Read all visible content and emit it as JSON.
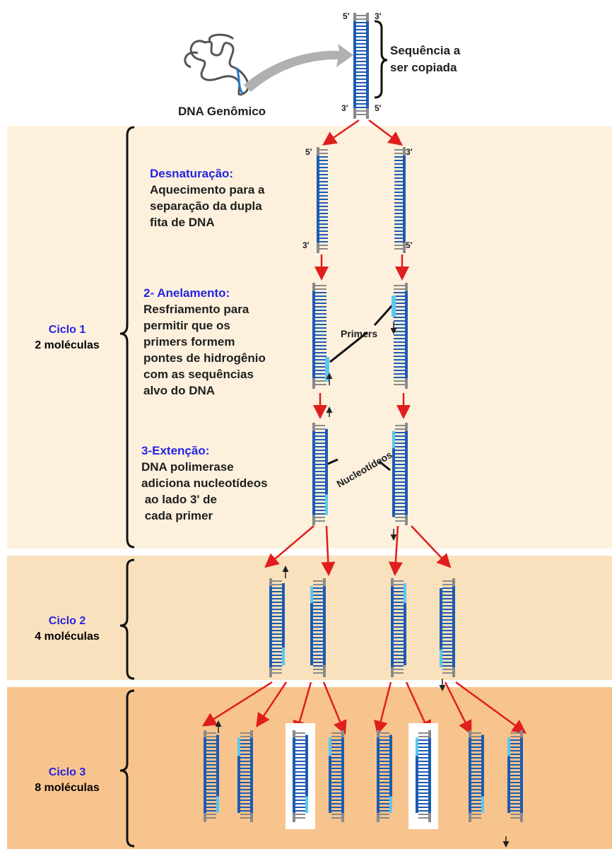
{
  "header": {
    "sequence_label_line1": "Sequência a",
    "sequence_label_line2": "ser copiada",
    "genomic_label": "DNA Genômico",
    "end_5": "5′",
    "end_3": "3′"
  },
  "steps": {
    "denaturation": {
      "title": "Desnaturação:",
      "lines": [
        "Aquecimento para a",
        "separação da dupla",
        "fita de DNA"
      ]
    },
    "annealing": {
      "title": "2- Anelamento:",
      "lines": [
        "Resfriamento para",
        "permitir que os",
        "primers formem",
        "pontes de hidrogênio",
        "com as sequências",
        "alvo do DNA"
      ]
    },
    "extension": {
      "title": "3-Extenção:",
      "lines": [
        "DNA polimerase",
        "adiciona nucleotídeos",
        " ao lado 3' de",
        " cada primer"
      ]
    }
  },
  "labels": {
    "primers": "Primers",
    "nucleotides": "Nucleotídeos"
  },
  "cycles": [
    {
      "name": "Ciclo 1",
      "count": "2 moléculas"
    },
    {
      "name": "Ciclo 2",
      "count": "4 moléculas"
    },
    {
      "name": "Ciclo 3",
      "count": "8 moléculas"
    }
  ],
  "colors": {
    "band1": "#fdf1de",
    "band2": "#fae1bd",
    "band3": "#f8c48d",
    "dna_dark": "#1d5bb0",
    "dna_light": "#5cc8f0",
    "arrow": "#e01e1e",
    "title_blue": "#2424e0"
  }
}
